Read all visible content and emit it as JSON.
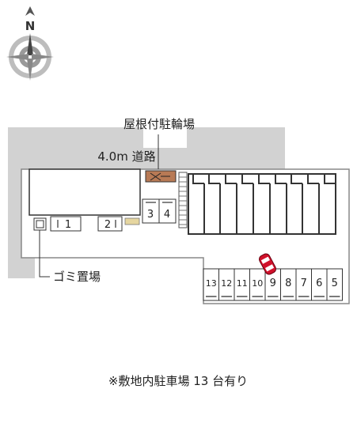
{
  "compass": {
    "north_label": "N"
  },
  "labels": {
    "road": "4.0m 道路",
    "bike_shelter": "屋根付駐輪場",
    "garbage": "ゴミ置場",
    "footnote": "※敷地内駐車場 13 台有り"
  },
  "parking_left": [
    "1",
    "2"
  ],
  "parking_mid": [
    "3",
    "4"
  ],
  "parking_bottom": [
    "13",
    "12",
    "11",
    "10",
    "9",
    "8",
    "7",
    "6",
    "5"
  ],
  "highlight_space": "9",
  "colors": {
    "road": "#d2d2d2",
    "line": "#333333",
    "shelter": "#b87a55",
    "car": "#d0112b"
  }
}
